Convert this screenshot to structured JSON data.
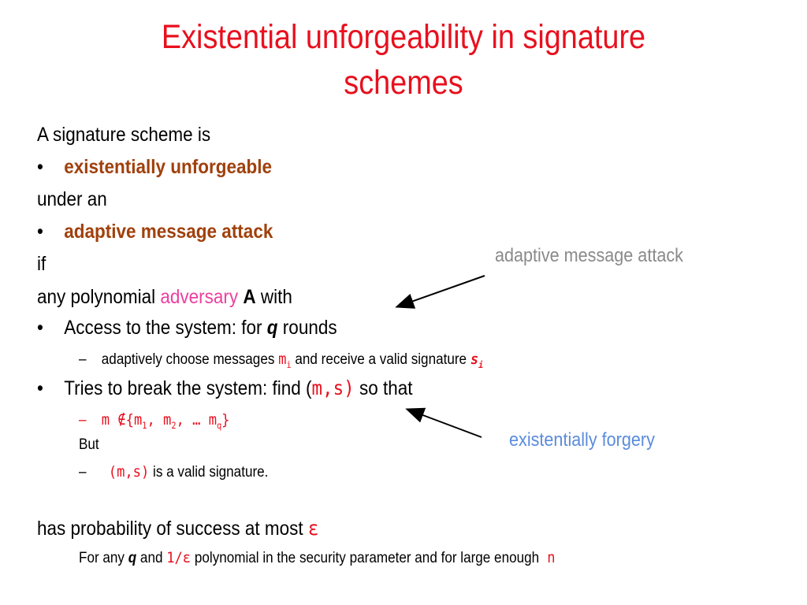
{
  "title": {
    "line1": "Existential unforgeability in signature",
    "line2": "schemes"
  },
  "body": {
    "intro": "A signature scheme is",
    "bullet_char": "•",
    "dash_char": "–",
    "prop1": "existentially unforgeable",
    "under": "under an",
    "prop2": "adaptive message attack",
    "if": "if",
    "any_pre": "any polynomial",
    "adversary": "adversary",
    "A": "A",
    "with": "with",
    "access_pre": "Access to the system: for",
    "q": "q",
    "rounds": "rounds",
    "adapt_pre": "adaptively choose messages",
    "m": "m",
    "i": "i",
    "adapt_mid": "and receive a valid signature",
    "s": "s",
    "tries_pre": "Tries to break the system: find (",
    "ms": "m,s)",
    "so_that": "so that",
    "not_in_set": "m ∉{m",
    "sub1": "1",
    "comma_m": ", m",
    "sub2": "2",
    "dots_m": ", … m",
    "subq": "q",
    "close_brace": "}",
    "but": "But",
    "ms_paren": "(m,s)",
    "valid_sig": "is a valid signature.",
    "has_prob": "has probability of success at most",
    "epsilon": "ε",
    "for_any": "For any",
    "and": "and",
    "one_over_eps": "1/ε",
    "poly_rest": "polynomial in the security parameter and for large enough",
    "n": "n"
  },
  "annotations": {
    "adaptive": "adaptive message attack",
    "forgery": "existentially forgery"
  },
  "colors": {
    "title": "#e8101e",
    "emphasis": "#a0400c",
    "adversary": "#ec3fa0",
    "math": "#e8101e",
    "note_gray": "#8a8a8a",
    "note_blue": "#5b8cdc"
  }
}
